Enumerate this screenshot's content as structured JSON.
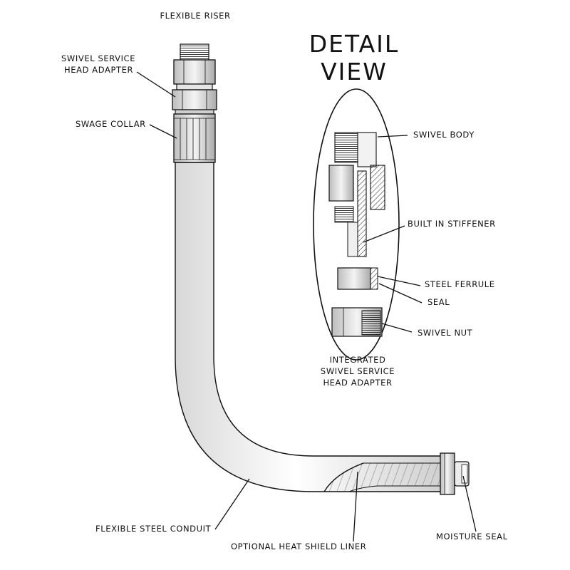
{
  "detail_title": [
    "DETAIL",
    "VIEW"
  ],
  "labels": {
    "flexible_riser": "FLEXIBLE RISER",
    "swivel_service_head_adapter": [
      "SWIVEL SERVICE",
      "HEAD ADAPTER"
    ],
    "swage_collar": "SWAGE COLLAR",
    "swivel_body": "SWIVEL BODY",
    "built_in_stiffener": "BUILT IN STIFFENER",
    "steel_ferrule": "STEEL FERRULE",
    "seal": "SEAL",
    "swivel_nut": "SWIVEL NUT",
    "integrated_adapter": [
      "INTEGRATED",
      "SWIVEL SERVICE",
      "HEAD ADAPTER"
    ],
    "flexible_steel_conduit": "FLEXIBLE STEEL CONDUIT",
    "optional_heat_shield_liner": "OPTIONAL HEAT SHIELD LINER",
    "moisture_seal": "MOISTURE SEAL"
  },
  "colors": {
    "ink": "#111111",
    "background": "#ffffff"
  }
}
